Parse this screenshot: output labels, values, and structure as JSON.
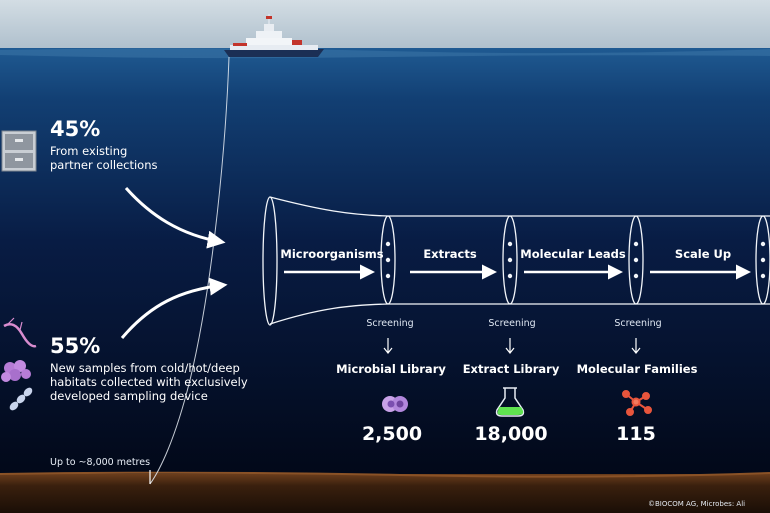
{
  "sources": [
    {
      "percent": "45%",
      "description": [
        "From existing",
        "partner collections"
      ],
      "icon": "filing-cabinet-icon"
    },
    {
      "percent": "55%",
      "description": [
        "New samples from cold/hot/deep",
        "habitats collected with exclusively",
        "developed sampling device"
      ],
      "icon": "microbes-icon"
    }
  ],
  "pipeline": {
    "stages": [
      "Microorganisms",
      "Extracts",
      "Molecular Leads",
      "Scale Up"
    ],
    "screening_label": "Screening",
    "outputs": [
      {
        "label": "Microbial Library",
        "count": "2,500",
        "icon": "microbe-cells-icon"
      },
      {
        "label": "Extract Library",
        "count": "18,000",
        "icon": "flask-icon"
      },
      {
        "label": "Molecular Families",
        "count": "115",
        "icon": "molecule-icon"
      }
    ]
  },
  "depth_label": "Up to ~8,000 metres",
  "credit": "©BIOCOM AG, Microbes: Ali",
  "colors": {
    "sky": "#c9d5de",
    "ocean_top": "#1b4f86",
    "ocean_deep": "#030b20",
    "seabed": "#4a2a14",
    "flask_liquid": "#5fe34f",
    "cells": "#c9a2e8",
    "molecule": "#e8553c"
  }
}
